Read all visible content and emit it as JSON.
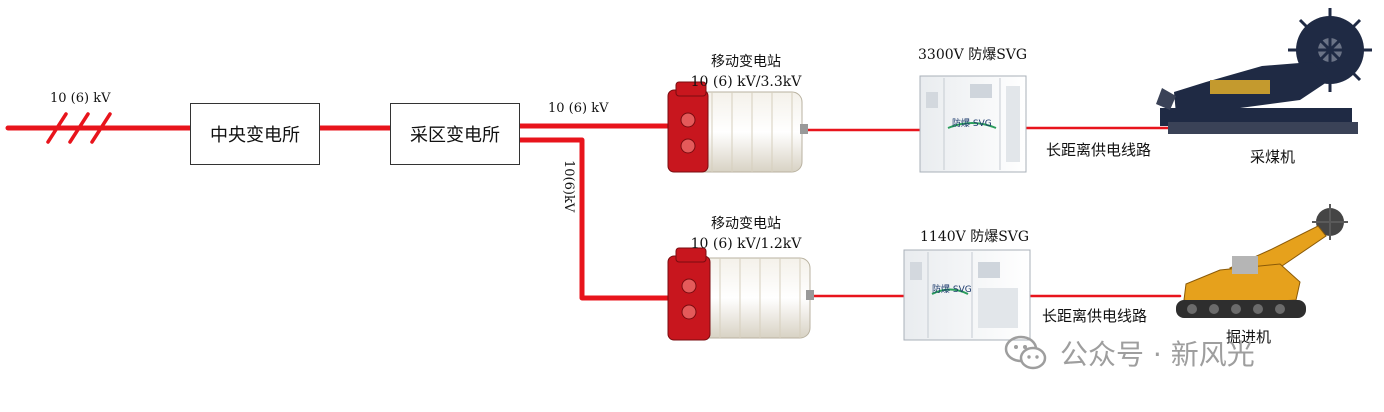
{
  "boxes": {
    "central_substation": "中央变电所",
    "district_substation": "采区变电所"
  },
  "voltage_labels": {
    "main_feed": "10 (6) kV",
    "upper_branch": "10 (6) kV",
    "lower_branch": "10(6)kV"
  },
  "mobile_substation_upper": {
    "title": "移动变电站",
    "rating": "10 (6) kV/3.3kV"
  },
  "mobile_substation_lower": {
    "title": "移动变电站",
    "rating": "10 (6) kV/1.2kV"
  },
  "svg_upper": {
    "label": "3300V 防爆SVG",
    "cabinet_text": "防爆 SVG"
  },
  "svg_lower": {
    "label": "1140V 防爆SVG",
    "cabinet_text": "防爆 SVG"
  },
  "line_labels": {
    "upper": "长距离供电线路",
    "lower": "长距离供电线路"
  },
  "machines": {
    "shearer": "采煤机",
    "roadheader": "掘进机"
  },
  "watermark": {
    "text": "公众号 · 新风光",
    "icon": "wechat-icon"
  },
  "colors": {
    "power_line": "#e8141c",
    "transformer_red": "#c8161e",
    "shearer_blue": "#1f2a44",
    "roadheader_yellow": "#e6a11c"
  }
}
